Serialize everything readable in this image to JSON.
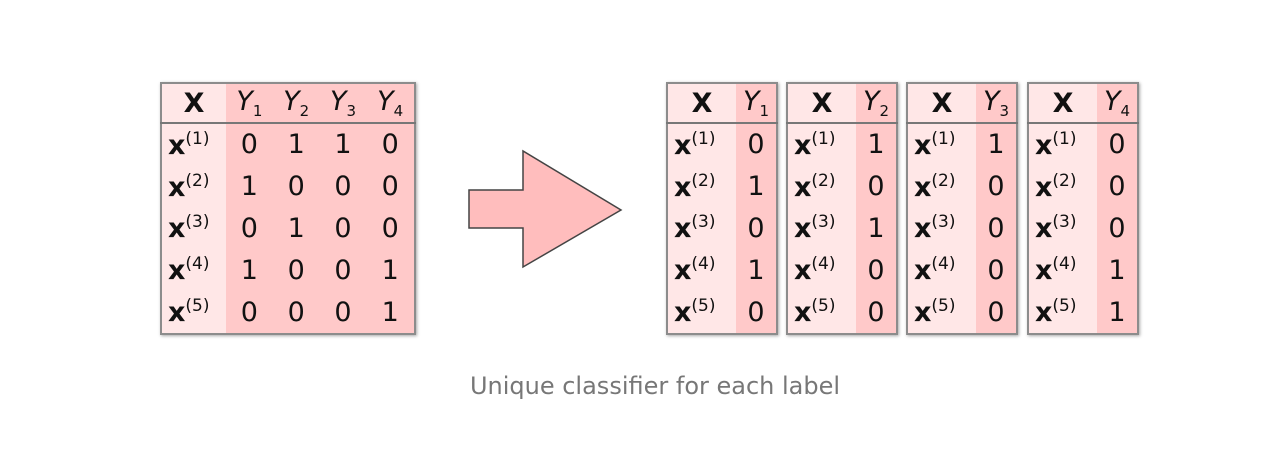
{
  "combined_table": {
    "x_header": "X",
    "y_headers": [
      {
        "base": "Y",
        "sub": "1"
      },
      {
        "base": "Y",
        "sub": "2"
      },
      {
        "base": "Y",
        "sub": "3"
      },
      {
        "base": "Y",
        "sub": "4"
      }
    ],
    "rows": [
      {
        "x": "x",
        "sup": "(1)",
        "values": [
          "0",
          "1",
          "1",
          "0"
        ]
      },
      {
        "x": "x",
        "sup": "(2)",
        "values": [
          "1",
          "0",
          "0",
          "0"
        ]
      },
      {
        "x": "x",
        "sup": "(3)",
        "values": [
          "0",
          "1",
          "0",
          "0"
        ]
      },
      {
        "x": "x",
        "sup": "(4)",
        "values": [
          "1",
          "0",
          "0",
          "1"
        ]
      },
      {
        "x": "x",
        "sup": "(5)",
        "values": [
          "0",
          "0",
          "0",
          "1"
        ]
      }
    ]
  },
  "split_tables": [
    {
      "x_header": "X",
      "y_header": {
        "base": "Y",
        "sub": "1"
      },
      "values": [
        "0",
        "1",
        "0",
        "1",
        "0"
      ]
    },
    {
      "x_header": "X",
      "y_header": {
        "base": "Y",
        "sub": "2"
      },
      "values": [
        "1",
        "0",
        "1",
        "0",
        "0"
      ]
    },
    {
      "x_header": "X",
      "y_header": {
        "base": "Y",
        "sub": "3"
      },
      "values": [
        "1",
        "0",
        "0",
        "0",
        "0"
      ]
    },
    {
      "x_header": "X",
      "y_header": {
        "base": "Y",
        "sub": "4"
      },
      "values": [
        "0",
        "0",
        "0",
        "1",
        "1"
      ]
    }
  ],
  "row_labels": [
    {
      "x": "x",
      "sup": "(1)"
    },
    {
      "x": "x",
      "sup": "(2)"
    },
    {
      "x": "x",
      "sup": "(3)"
    },
    {
      "x": "x",
      "sup": "(4)"
    },
    {
      "x": "x",
      "sup": "(5)"
    }
  ],
  "caption": "Unique classifier for each label",
  "colors": {
    "x_column": "#ffe7e7",
    "y_column": "#ffc9c9",
    "arrow_fill": "#ffbdbd",
    "arrow_stroke": "#444444",
    "caption": "#777777"
  }
}
